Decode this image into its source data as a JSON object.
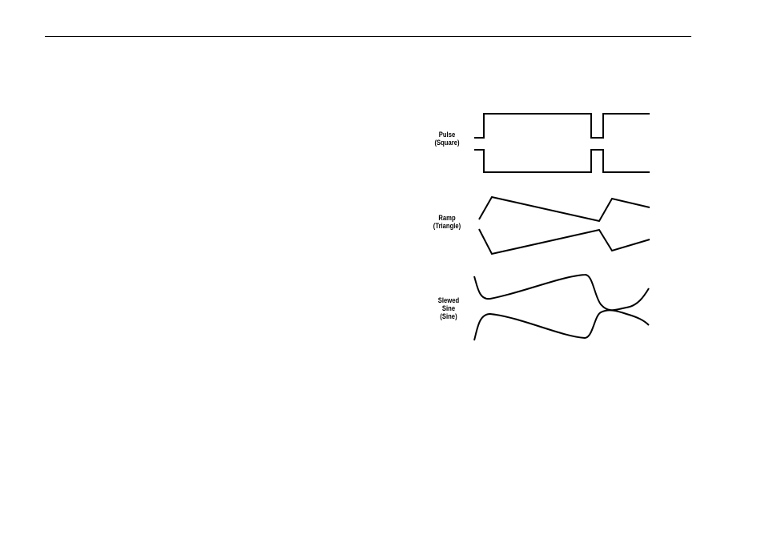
{
  "waveforms": [
    {
      "label_lines": [
        "Pulse",
        "(Square)"
      ]
    },
    {
      "label_lines": [
        "Ramp",
        "(Triangle)"
      ]
    },
    {
      "label_lines": [
        "Slewed",
        "Sine",
        "(Sine)"
      ]
    }
  ]
}
